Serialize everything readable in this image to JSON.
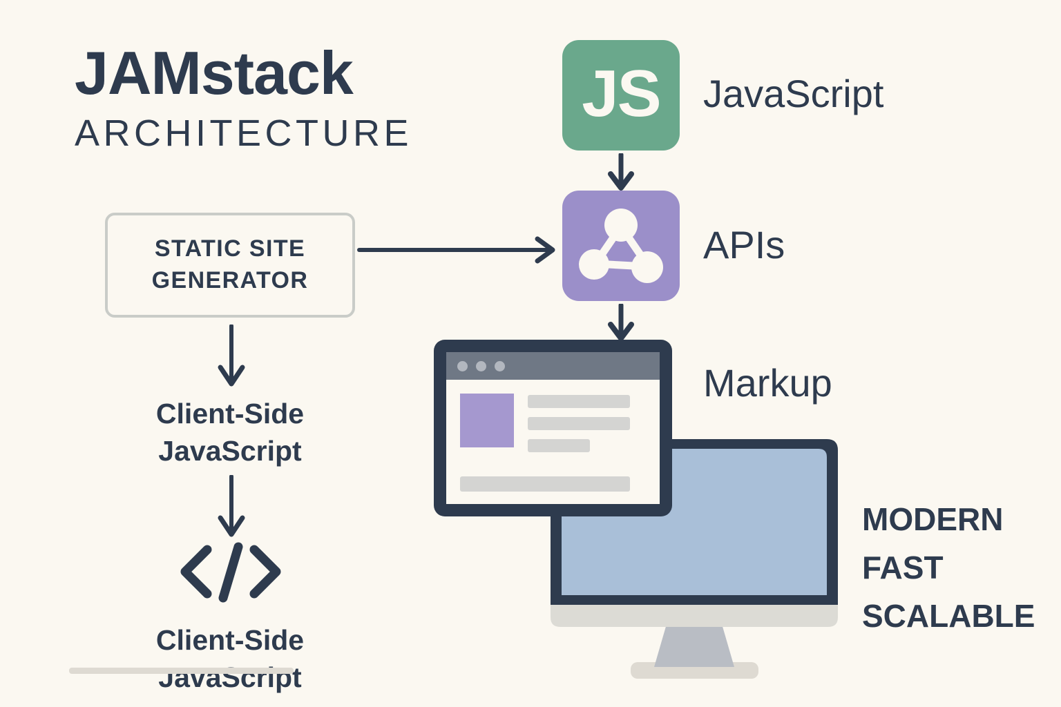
{
  "palette": {
    "background": "#fbf8f1",
    "ink": "#2e3b4e",
    "javascript_green": "#6aa88c",
    "api_purple": "#9b8fc9",
    "markup_blue": "#a9bfd8",
    "box_border": "#c9ccc8",
    "bar_gray": "#d4d4d2",
    "titlebar_gray": "#6f7885"
  },
  "title": {
    "main": "JAMstack",
    "sub": "ARCHITECTURE"
  },
  "ssg_box": {
    "line_1": "STATIC SITE",
    "line_2": "GENERATOR"
  },
  "left_flow": {
    "caption_1_line_1": "Client-Side",
    "caption_1_line_2": "JavaScript",
    "code_icon": "code-brackets-icon",
    "caption_2_line_1": "Client-Side",
    "caption_2_line_2": "JavaScript"
  },
  "stack": {
    "javascript": {
      "tile_text": "JS",
      "label": "JavaScript",
      "icon": "javascript-tile-icon",
      "color": "#6aa88c"
    },
    "apis": {
      "label": "APIs",
      "icon": "api-network-icon",
      "color": "#9b8fc9"
    },
    "markup": {
      "label": "Markup",
      "icon": "browser-window-icon",
      "color": "#a9bfd8"
    }
  },
  "benefits": {
    "line_1": "MODERN",
    "line_2": "FAST",
    "line_3": "SCALABLE"
  },
  "arrows": {
    "ssg_to_apis": "arrow-right",
    "ssg_to_client_js": "arrow-down",
    "client_js_to_code": "arrow-down",
    "js_to_apis": "arrow-down",
    "apis_to_markup": "arrow-down"
  }
}
